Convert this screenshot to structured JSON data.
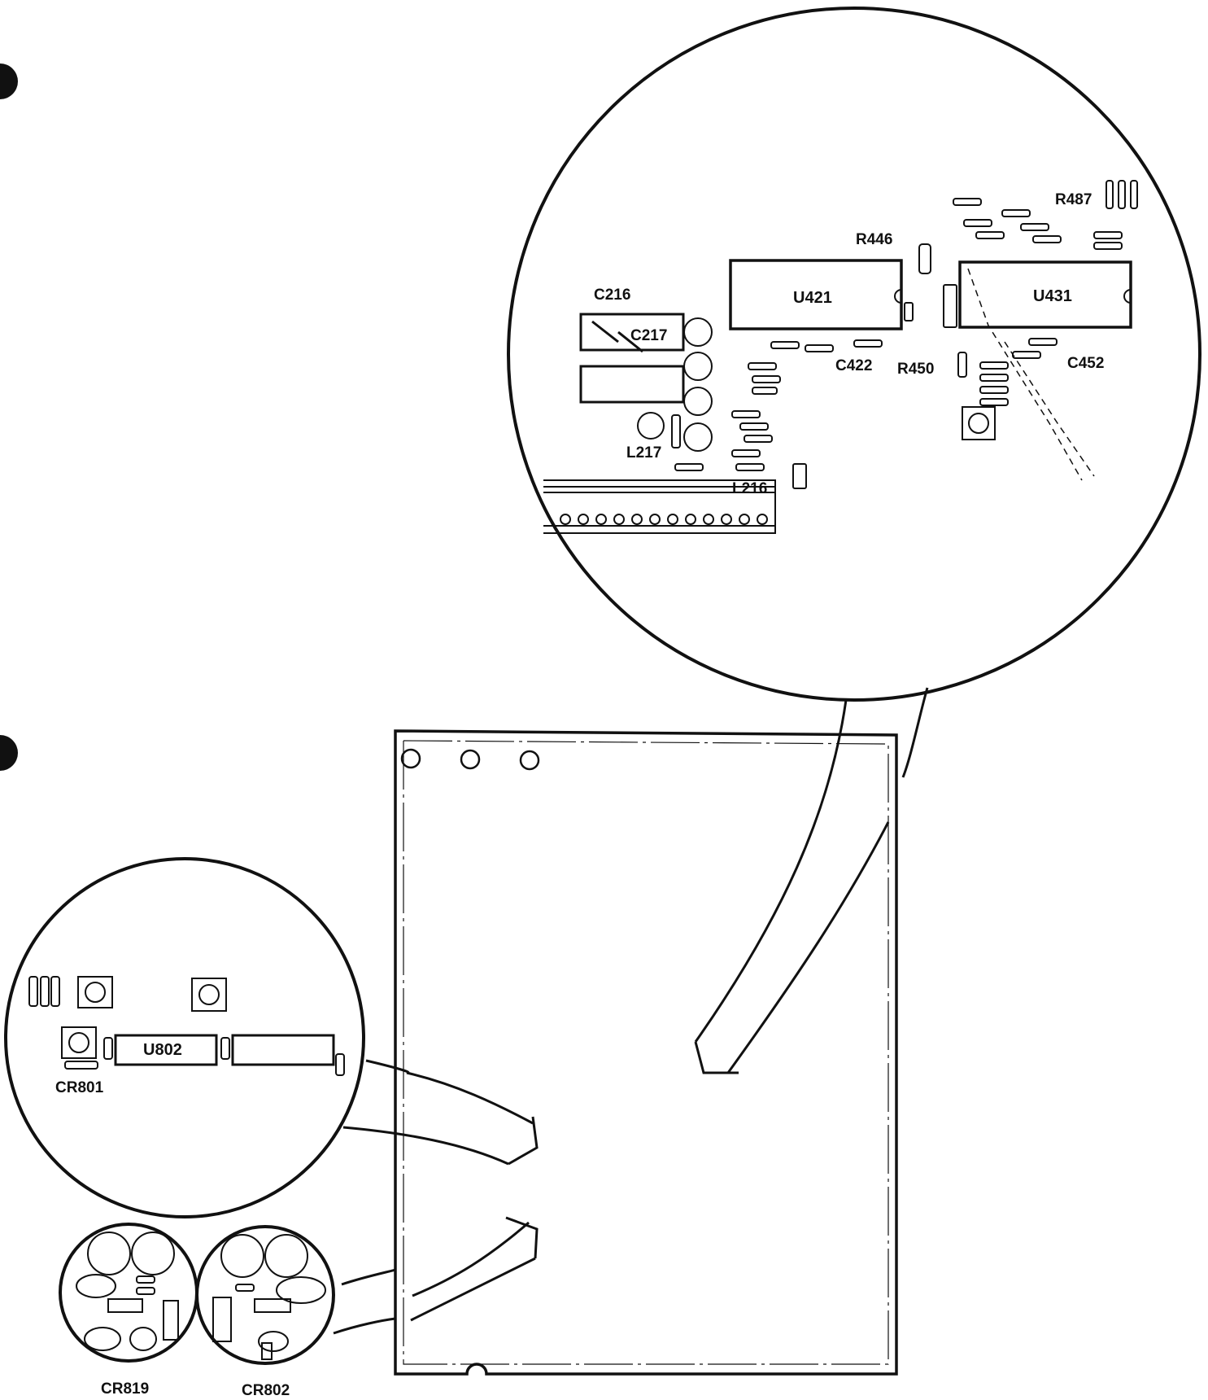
{
  "labels": {
    "top_detail": {
      "r487": "R487",
      "r446": "R446",
      "c216": "C216",
      "c217": "C217",
      "u421": "U421",
      "u431": "U431",
      "c422": "C422",
      "r450": "R450",
      "c452": "C452",
      "l217": "L217",
      "l216": "L216"
    },
    "mid_detail": {
      "u802": "U802",
      "cr801": "CR801"
    },
    "small_details": {
      "cr819": "CR819",
      "cr802": "CR802"
    }
  },
  "colors": {
    "ink": "#111111",
    "paper": "#ffffff"
  }
}
